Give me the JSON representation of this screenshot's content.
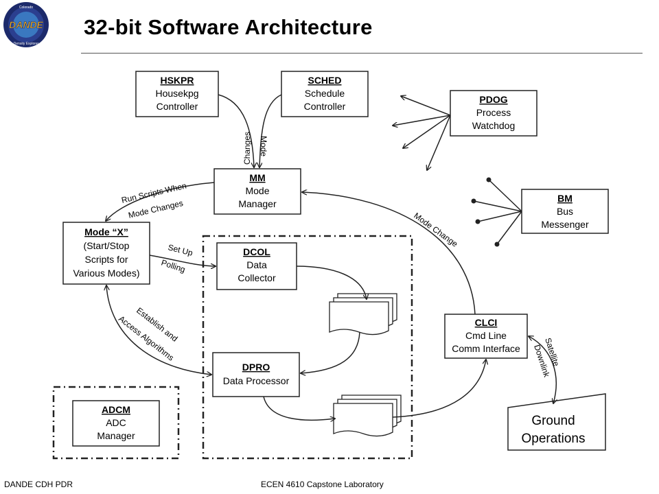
{
  "slide": {
    "title": "32-bit Software Architecture",
    "logo": {
      "name": "DANDE",
      "ring_top": "Colorado",
      "ring_bottom": "Density Explorer",
      "colors": {
        "outer": "#1c2a6b",
        "ring": "#2b3f8f",
        "inner": "#3a78c0",
        "wordmark": "#f2b21b"
      }
    },
    "footer": {
      "left": "DANDE CDH PDR",
      "center": "ECEN 4610 Capstone Laboratory"
    }
  },
  "diagram": {
    "nodes": {
      "hskpr": {
        "id": "HSKPR",
        "lines": [
          "Housekpg",
          "Controller"
        ]
      },
      "sched": {
        "id": "SCHED",
        "lines": [
          "Schedule",
          "Controller"
        ]
      },
      "pdog": {
        "id": "PDOG",
        "lines": [
          "Process",
          "Watchdog"
        ]
      },
      "mm": {
        "id": "MM",
        "lines": [
          "Mode",
          "Manager"
        ]
      },
      "bm": {
        "id": "BM",
        "lines": [
          "Bus",
          "Messenger"
        ]
      },
      "modex": {
        "id": "Mode “X”",
        "lines": [
          "(Start/Stop",
          "Scripts for",
          "Various Modes)"
        ]
      },
      "dcol": {
        "id": "DCOL",
        "lines": [
          "Data",
          "Collector"
        ]
      },
      "clci": {
        "id": "CLCI",
        "lines": [
          "Cmd Line",
          "Comm Interface"
        ]
      },
      "dpro": {
        "id": "DPRO",
        "lines": [
          "Data Processor"
        ]
      },
      "adcm": {
        "id": "ADCM",
        "lines": [
          "ADC",
          "Manager"
        ]
      },
      "ground": {
        "lines": [
          "Ground",
          "Operations"
        ]
      }
    },
    "labels": {
      "changes": "Changes",
      "mode": "Mode",
      "run_scripts_when": "Run Scripts When",
      "mode_changes": "Mode Changes",
      "set_up": "Set Up",
      "polling": "Polling",
      "establish_and": "Establish and",
      "access_algorithms": "Access Algorithms",
      "mode_change": "Mode Change",
      "satellite": "Satellite",
      "downlink": "Downlink"
    }
  }
}
